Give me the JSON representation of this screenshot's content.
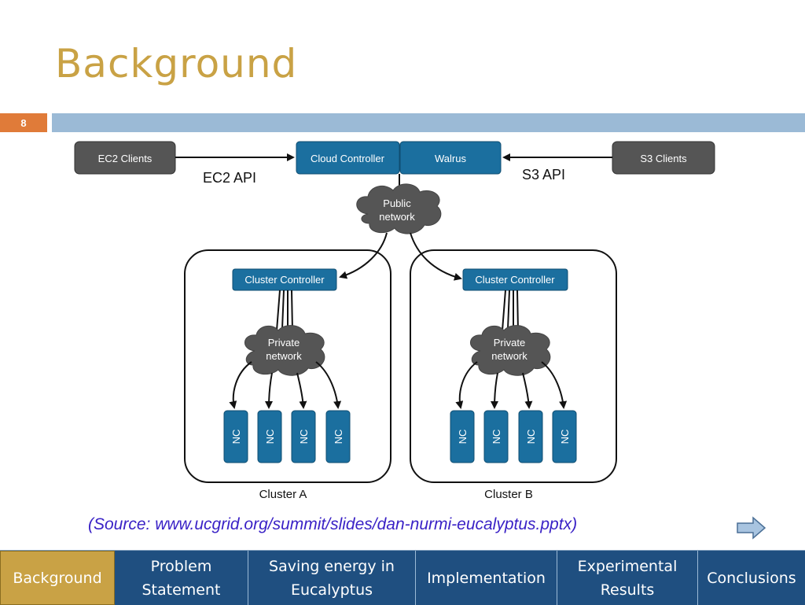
{
  "slide": {
    "title": "Background",
    "page_number": "8",
    "source": "(Source: www.ucgrid.org/summit/slides/dan-nurmi-eucalyptus.pptx)"
  },
  "diagram": {
    "ec2_clients": "EC2 Clients",
    "ec2_api": "EC2 API",
    "cloud_controller": "Cloud Controller",
    "walrus": "Walrus",
    "s3_api": "S3 API",
    "s3_clients": "S3 Clients",
    "public_network": [
      "Public",
      "network"
    ],
    "clusters": [
      {
        "name": "Cluster A",
        "controller": "Cluster Controller",
        "private_network": [
          "Private",
          "network"
        ],
        "nodes": [
          "NC",
          "NC",
          "NC",
          "NC"
        ]
      },
      {
        "name": "Cluster B",
        "controller": "Cluster Controller",
        "private_network": [
          "Private",
          "network"
        ],
        "nodes": [
          "NC",
          "NC",
          "NC",
          "NC"
        ]
      }
    ]
  },
  "nav": {
    "tabs": [
      {
        "label": "Background",
        "active": true
      },
      {
        "label": "Problem Statement",
        "active": false
      },
      {
        "label": "Saving energy in Eucalyptus",
        "active": false
      },
      {
        "label": "Implementation",
        "active": false
      },
      {
        "label": "Experimental Results",
        "active": false
      },
      {
        "label": "Conclusions",
        "active": false
      }
    ]
  },
  "colors": {
    "title": "#c9a245",
    "nav_bg": "#1f4f80",
    "nav_active": "#c9a245",
    "component_blue": "#1b6f9f",
    "client_gray": "#555555"
  }
}
